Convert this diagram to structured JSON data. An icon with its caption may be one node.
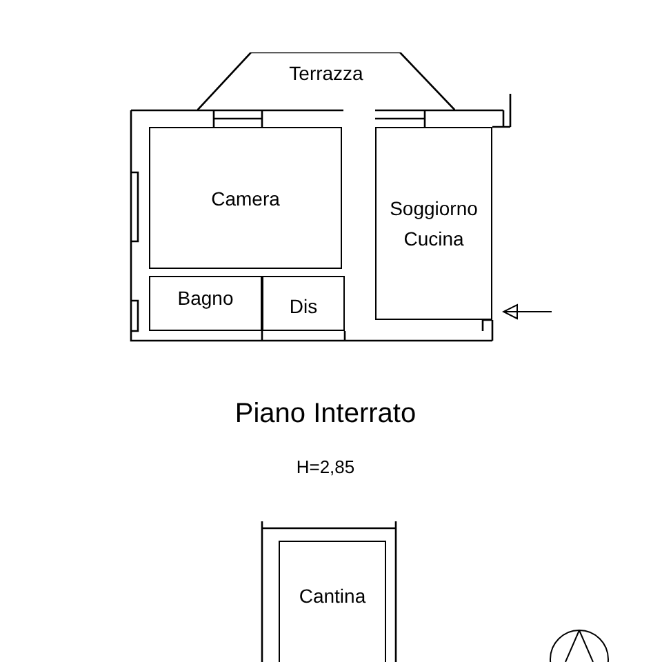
{
  "diagram": {
    "nodes": [
      {
        "text": [
          "Terrazza"
        ]
      },
      {
        "text": [
          "Camera"
        ]
      },
      {
        "text": [
          "Soggiorno Cucina"
        ]
      },
      {
        "text": [
          "Bagno"
        ]
      },
      {
        "text": [
          "Dis"
        ]
      },
      {
        "text": [
          "Cantina"
        ]
      }
    ],
    "edges": [
      {
        "from": null,
        "to": 2,
        "arrow": "to"
      }
    ],
    "labels": [
      "Piano Interrato",
      "H=2,85"
    ]
  }
}
